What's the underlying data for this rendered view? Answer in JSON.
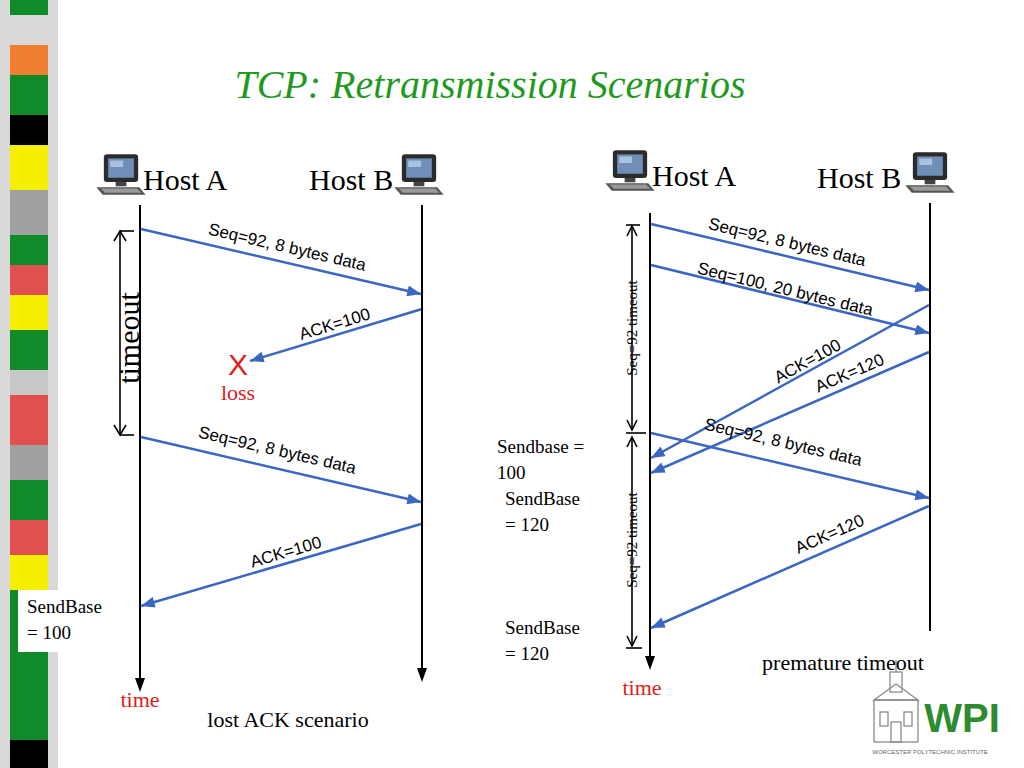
{
  "diagram": {
    "title": "TCP: Retransmission Scenarios",
    "nodes": [
      {
        "text": [
          "Host A"
        ]
      },
      {
        "text": [
          "Host B"
        ]
      },
      {
        "text": [
          "Host A"
        ]
      },
      {
        "text": [
          "Host B"
        ]
      }
    ],
    "edges": [
      {
        "from": 0,
        "to": 1,
        "arrow": "to",
        "label": "Seq=92, 8 bytes data"
      },
      {
        "from": 0,
        "to": 1,
        "arrow": "to",
        "label": "Seq=92, 8 bytes data"
      },
      {
        "from": 1,
        "to": 0,
        "arrow": "to",
        "label": "ACK=100"
      },
      {
        "from": 2,
        "to": 3,
        "arrow": "to",
        "label": "Seq=92, 8 bytes data"
      },
      {
        "from": 2,
        "to": 3,
        "arrow": "to",
        "label": "Seq=100, 20 bytes data"
      },
      {
        "from": 3,
        "to": 2,
        "arrow": "to",
        "label": "ACK=100"
      },
      {
        "from": 3,
        "to": 2,
        "arrow": "to",
        "label": "ACK=120"
      },
      {
        "from": 2,
        "to": 3,
        "arrow": "to",
        "label": "Seq=92, 8 bytes data"
      },
      {
        "from": 3,
        "to": 2,
        "arrow": "to",
        "label": "ACK=120"
      }
    ],
    "labels": [
      "timeout",
      "ACK=100",
      "X",
      "loss",
      "SendBase = 100",
      "time",
      "lost ACK scenario",
      "Seq=92 timeout",
      "Seq=92 timeout",
      "Sendbase = 100",
      "SendBase = 120",
      "SendBase = 120",
      "time",
      "premature timeout",
      "WPI",
      "WORCESTER POLYTECHNIC INSTITUTE"
    ]
  }
}
